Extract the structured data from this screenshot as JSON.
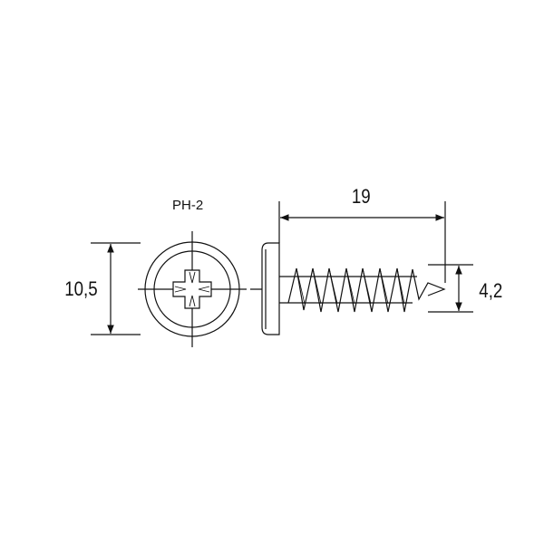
{
  "drive_label": "PH-2",
  "dimensions": {
    "length": "19",
    "head_diameter": "10,5",
    "thread_diameter": "4,2"
  },
  "line_color": "#111111"
}
